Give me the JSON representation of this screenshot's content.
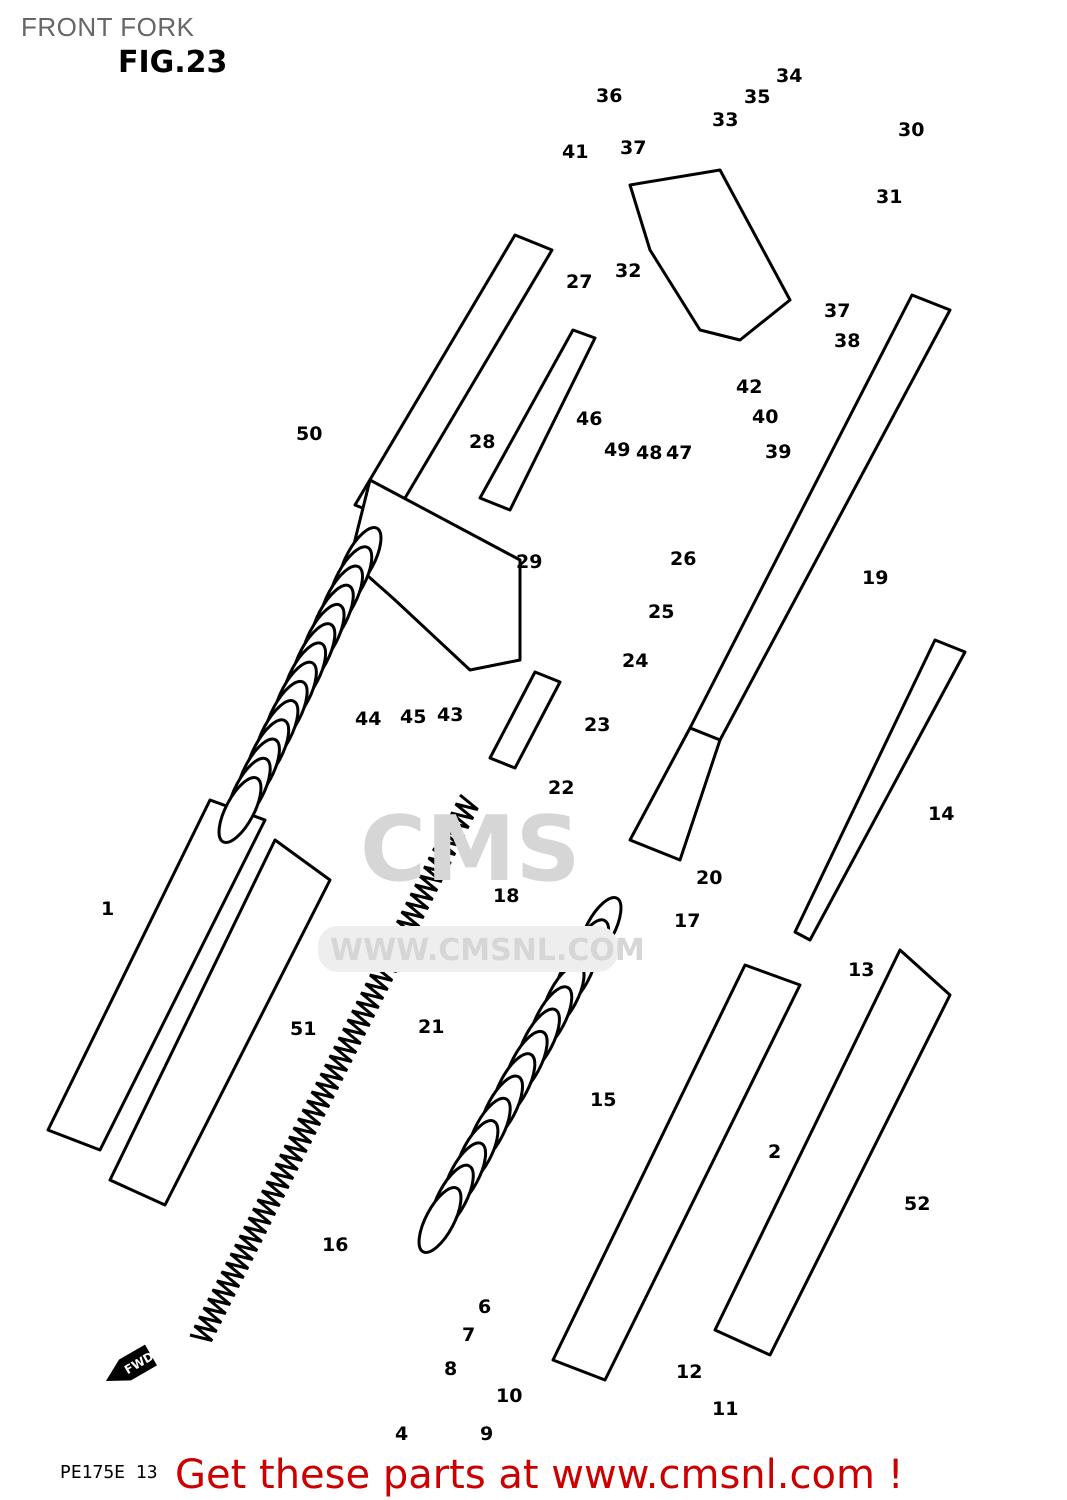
{
  "header": {
    "title": "FRONT FORK",
    "figure": "FIG.23"
  },
  "watermark": {
    "logo": "CMS",
    "url": "WWW.CMSNL.COM"
  },
  "fwd_marker": "FWD",
  "part_labels": [
    "36",
    "34",
    "35",
    "33",
    "30",
    "37",
    "41",
    "31",
    "32",
    "27",
    "37",
    "38",
    "42",
    "40",
    "46",
    "39",
    "50",
    "28",
    "49",
    "48",
    "47",
    "29",
    "26",
    "19",
    "25",
    "24",
    "44",
    "45",
    "43",
    "23",
    "22",
    "14",
    "20",
    "18",
    "17",
    "1",
    "13",
    "51",
    "21",
    "15",
    "2",
    "52",
    "16",
    "6",
    "7",
    "8",
    "12",
    "10",
    "11",
    "9",
    "4"
  ],
  "footer": {
    "code": "PE175E 13",
    "cta": "Get these parts at www.cmsnl.com !"
  },
  "colors": {
    "cta": "#cc0000",
    "title": "#666666"
  }
}
